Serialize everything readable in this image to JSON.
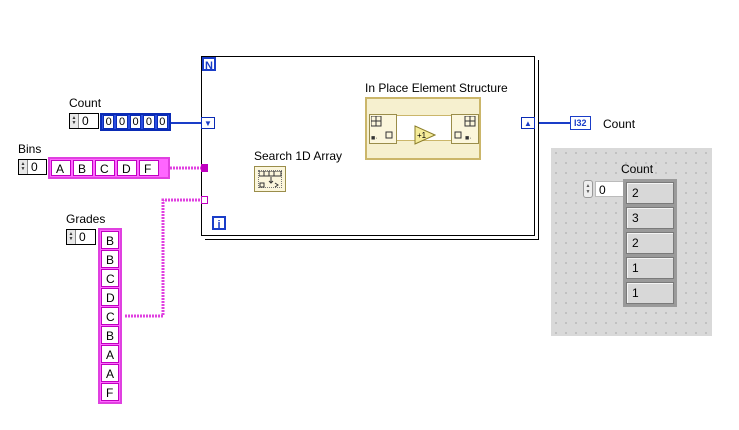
{
  "count_control": {
    "label": "Count",
    "index": "0",
    "values": [
      "0",
      "0",
      "0",
      "0",
      "0"
    ]
  },
  "bins_control": {
    "label": "Bins",
    "index": "0",
    "values": [
      "A",
      "B",
      "C",
      "D",
      "F"
    ]
  },
  "grades_control": {
    "label": "Grades",
    "index": "0",
    "values": [
      "B",
      "B",
      "C",
      "D",
      "C",
      "B",
      "A",
      "A",
      "F"
    ]
  },
  "for_loop": {
    "n_label": "N",
    "i_label": "i"
  },
  "search_node": {
    "label": "Search 1D Array"
  },
  "in_place": {
    "label": "In Place Element Structure",
    "increment_label": "+1"
  },
  "count_indicator": {
    "label": "Count",
    "type_badge": "I32"
  },
  "front_panel": {
    "label": "Count",
    "index": "0",
    "values": [
      "2",
      "3",
      "2",
      "1",
      "1"
    ]
  },
  "colors": {
    "int_wire": "#1a3dc8",
    "string_wire": "#e040e0",
    "structure_border": "#cbb66a"
  }
}
